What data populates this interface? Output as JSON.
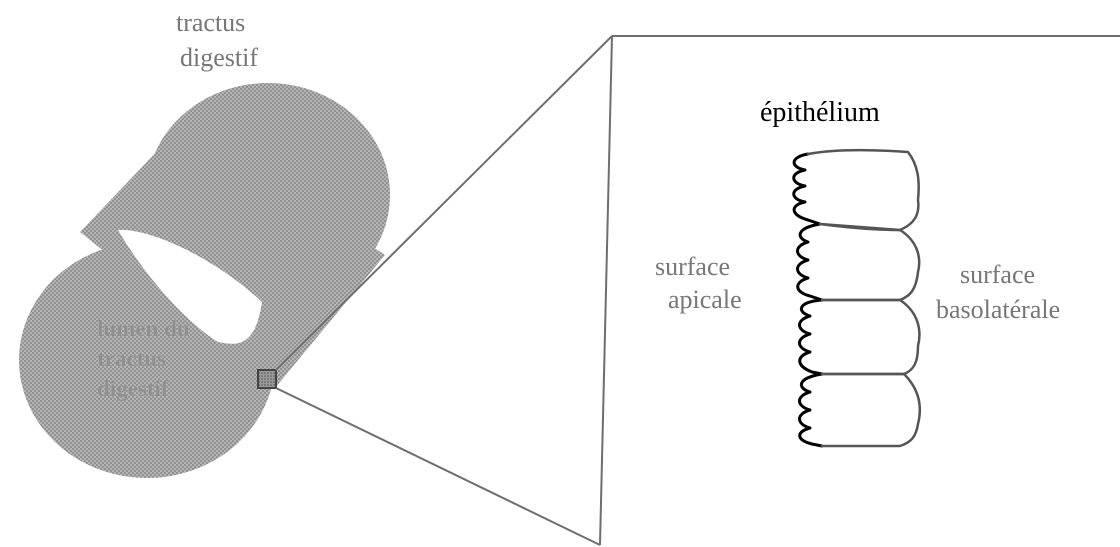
{
  "labels": {
    "tract_line1": "tractus",
    "tract_line2": "digestif",
    "lumen_line1": "lumen du",
    "lumen_line2": "tractus",
    "lumen_line3": "digestif",
    "epithelium": "épithélium",
    "apical_line1": "surface",
    "apical_line2": "apicale",
    "basolateral_line1": "surface",
    "basolateral_line2": "basolatérale"
  },
  "colors": {
    "tube_fill": "#a8a8a8",
    "tube_dots": "#7a7a7a",
    "outline": "#6e6e6e",
    "label_gray": "#777777",
    "cell_border": "#000000"
  }
}
